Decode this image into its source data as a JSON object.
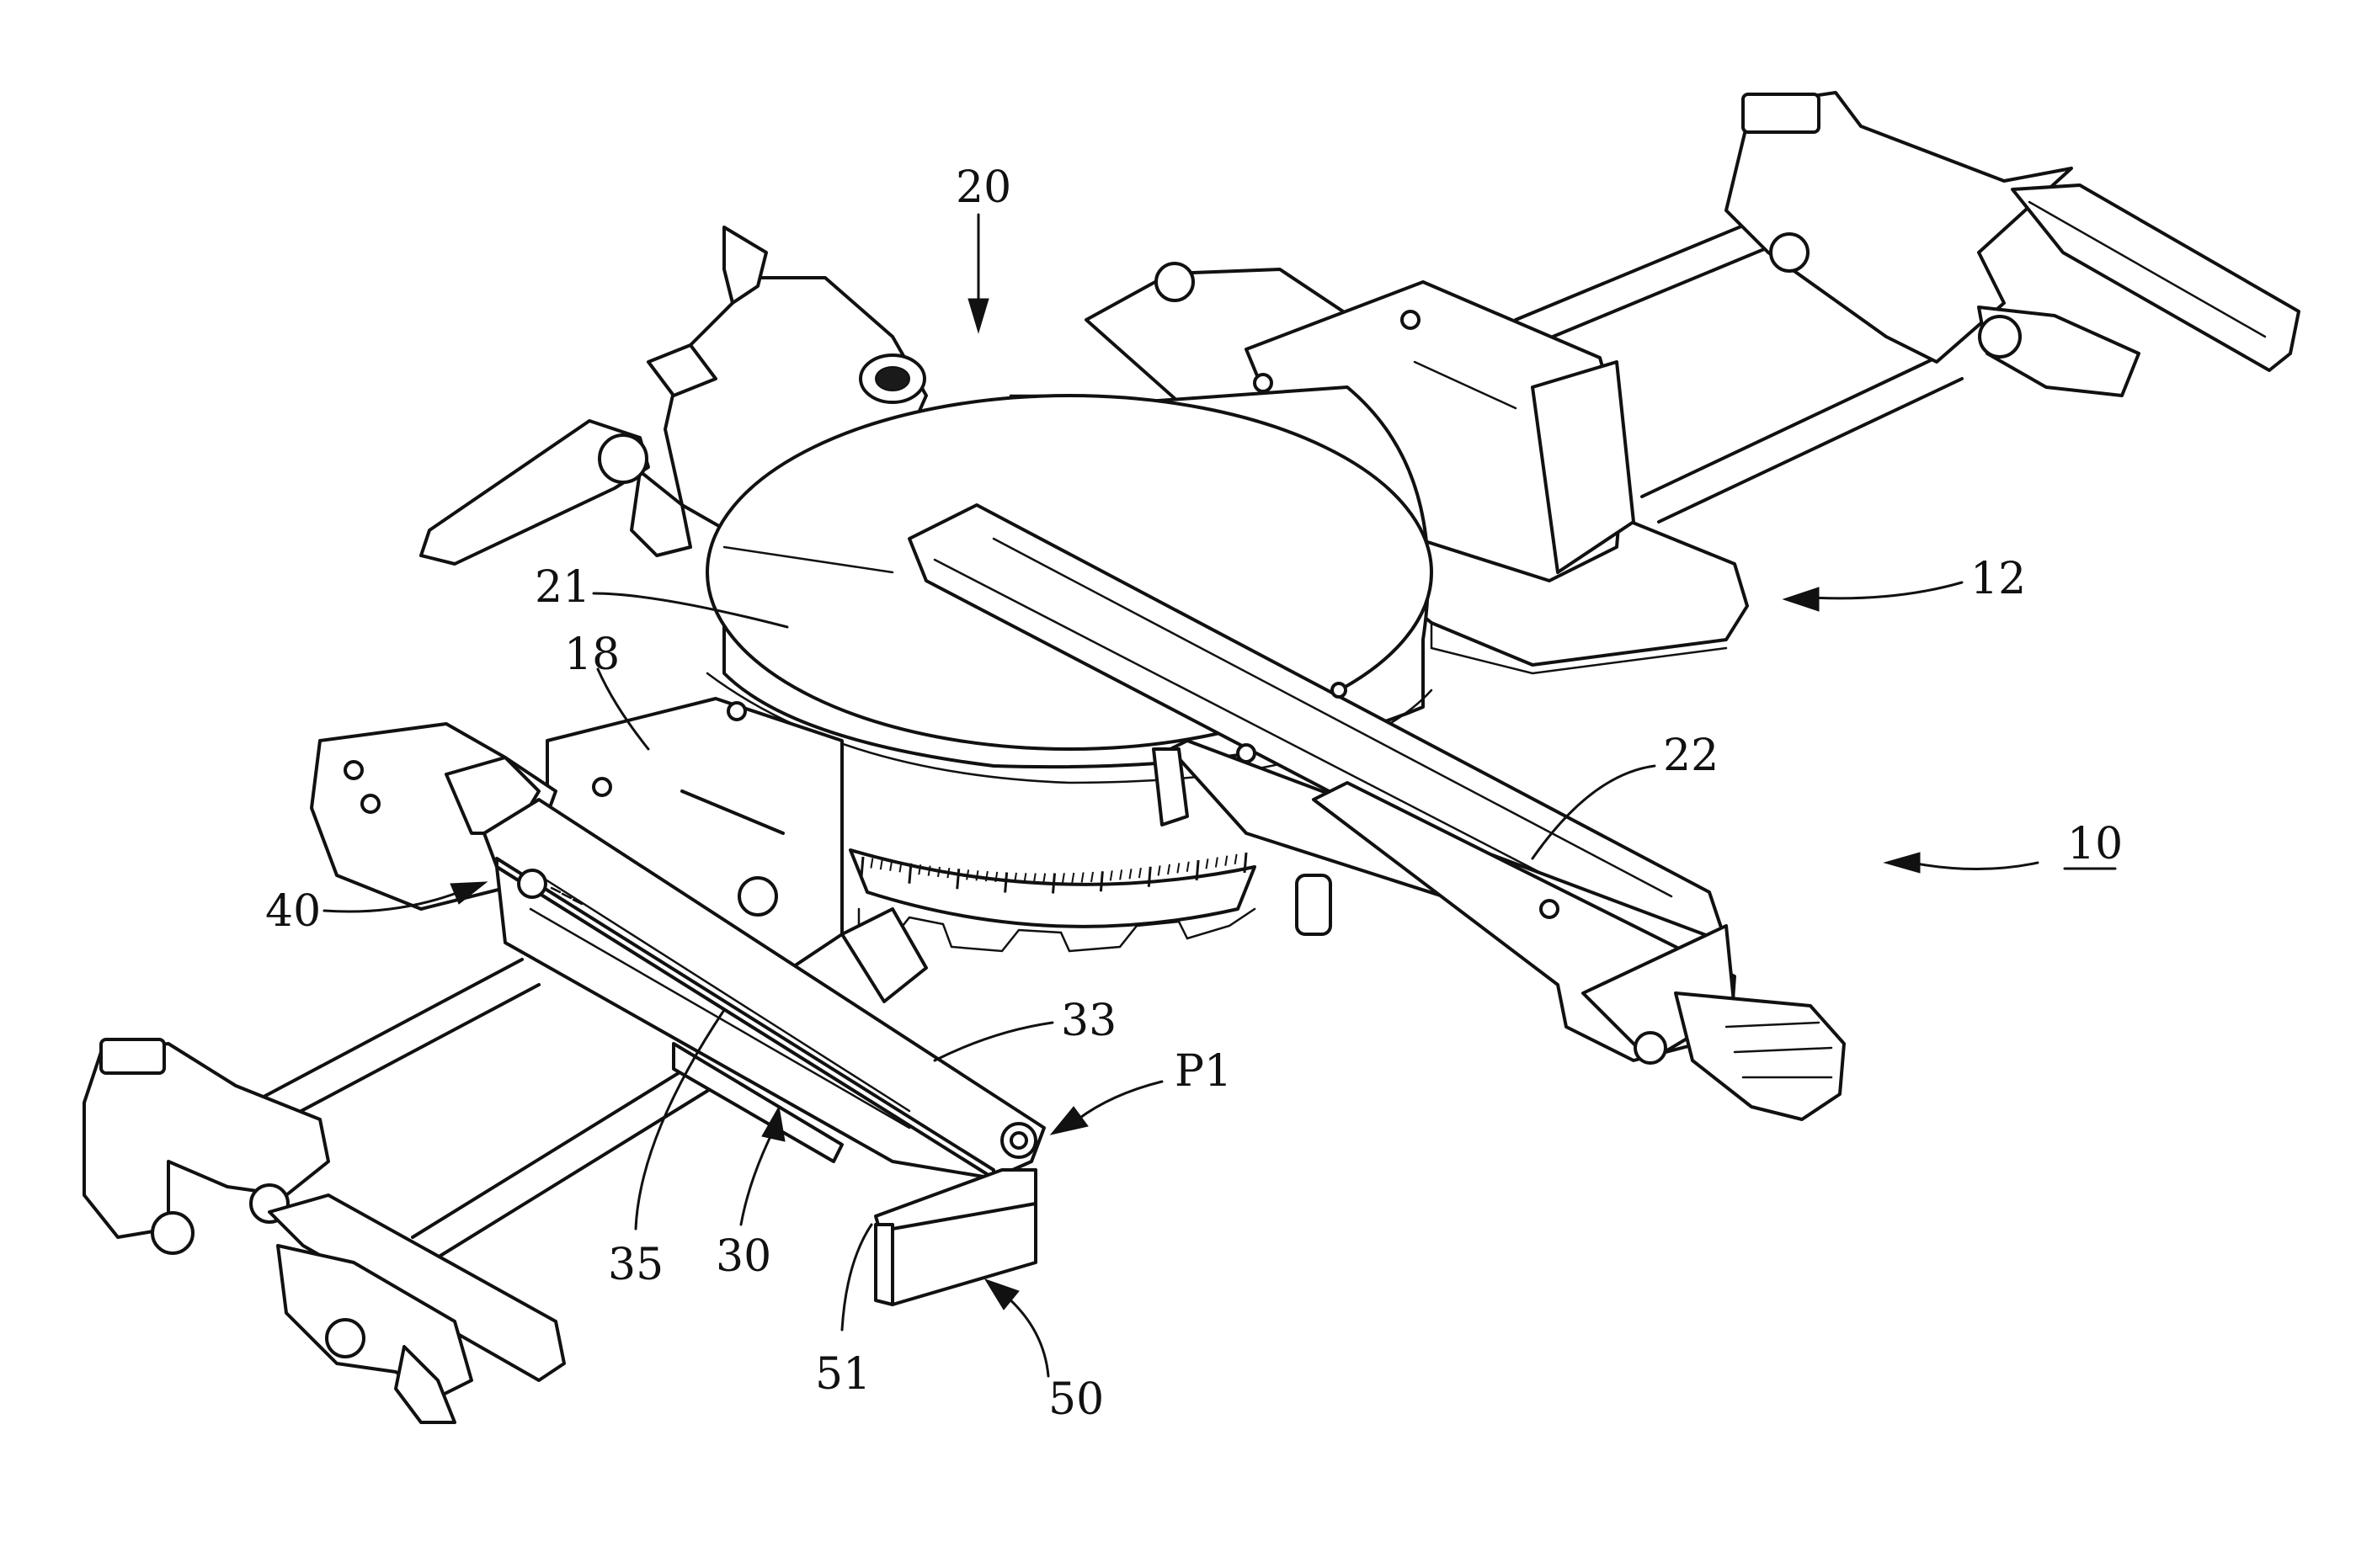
{
  "labels": {
    "ref_10": "10",
    "ref_12": "12",
    "ref_18": "18",
    "ref_20": "20",
    "ref_21": "21",
    "ref_22": "22",
    "ref_30": "30",
    "ref_33": "33",
    "ref_35": "35",
    "ref_40": "40",
    "ref_50": "50",
    "ref_51": "51",
    "ref_p1": "P1"
  }
}
